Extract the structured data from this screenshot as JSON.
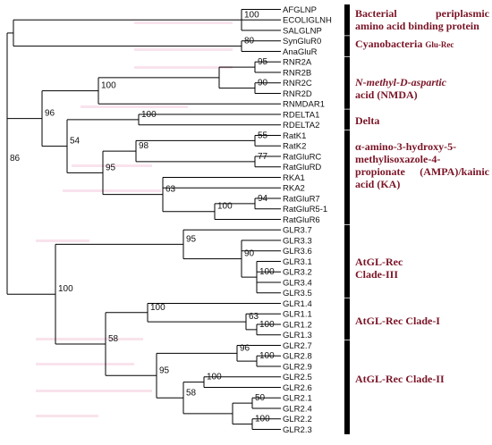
{
  "tree": {
    "leaves": [
      "AFGLNP",
      "ECOLIGLNH",
      "SALGLNP",
      "SynGluR0",
      "AnaGluR",
      "RNR2A",
      "RNR2B",
      "RNR2C",
      "RNR2D",
      "RNMDAR1",
      "RDELTA1",
      "RDELTA2",
      "RatK1",
      "RatK2",
      "RatGluRC",
      "RatGluRD",
      "RKA1",
      "RKA2",
      "RatGluR7",
      "RatGluR5-1",
      "RatGluR6",
      "GLR3.7",
      "GLR3.3",
      "GLR3.6",
      "GLR3.1",
      "GLR3.2",
      "GLR3.4",
      "GLR3.5",
      "GLR1.4",
      "GLR1.1",
      "GLR1.2",
      "GLR1.3",
      "GLR2.7",
      "GLR2.8",
      "GLR2.9",
      "GLR2.5",
      "GLR2.6",
      "GLR2.1",
      "GLR2.4",
      "GLR2.2",
      "GLR2.3"
    ],
    "bootstrap": {
      "bact": "100",
      "cyano": "80",
      "nmda": "100",
      "rnr2ab": "95",
      "rnr2cd": "90",
      "glut": "96",
      "nonnmda": "54",
      "delta": "100",
      "ka_ampa": "95",
      "ampa": "98",
      "ratk": "55",
      "ratgluc": "77",
      "ka": "63",
      "ratglur75": "100",
      "ratglur751": "94",
      "root": "86",
      "atglr": "100",
      "clade3": "95",
      "c3sub": "90",
      "c3inner": "100",
      "c12": "58",
      "clade1": "100",
      "c1sub": "63",
      "c1inner": "100",
      "clade2": "95",
      "c2a": "96",
      "c2a_inner": "100",
      "c2b": "58",
      "c2b_inner": "100",
      "c2c": "50",
      "c2d": "100"
    }
  },
  "groups": {
    "bacterial_1": "Bacterial periplasmic",
    "bacterial_2": "amino acid binding protein",
    "cyano_main": "Cyanobacteria ",
    "cyano_sub": "Glu-Rec",
    "nmda_italic": "N-methyl-D-aspartic",
    "nmda_2": "acid (NMDA)",
    "delta": "Delta",
    "ampa": "α-amino-3-hydroxy-5-methylisoxazole-4-propionate (AMPA)/kainic acid (KA)",
    "clade3_1": "AtGL-Rec",
    "clade3_2": "Clade-III",
    "clade1": "AtGL-Rec Clade-I",
    "clade2": "AtGL-Rec Clade-II"
  },
  "colors": {
    "line": "#000000",
    "group_text": "#7a1426",
    "ghost_text": "#f3c6dc"
  }
}
